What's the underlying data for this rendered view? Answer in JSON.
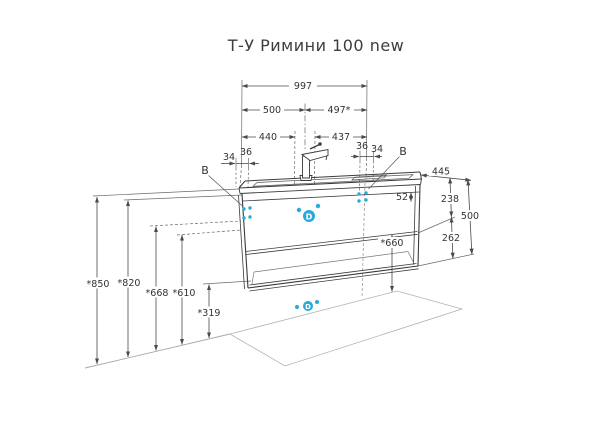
{
  "title": "Т-У Римини 100 new",
  "callouts": {
    "left_b": "В",
    "right_b": "В",
    "drain_top": "D",
    "drain_bottom": "D"
  },
  "dimensions_top": {
    "overall_width": "997",
    "left_to_axis": "500",
    "axis_to_right": "497*",
    "left_to_basin": "440",
    "basin_to_right": "437",
    "left_offset_outer": "34",
    "left_offset_inner": "36",
    "right_offset_inner": "36",
    "right_offset_outer": "34"
  },
  "dimensions_right": {
    "depth": "445",
    "upper_height": "238",
    "lower_height": "262",
    "total_height": "500",
    "top_rail": "52",
    "drawer_height": "*660"
  },
  "dimensions_left": {
    "worktop_height": "*850",
    "cabinet_top_height": "*820",
    "upper_drawer_height": "*668",
    "lower_drawer_height": "*610",
    "cabinet_bottom_height": "*319"
  },
  "colors": {
    "accent": "#29a9de",
    "line": "#3b3b3b",
    "dim": "#4a4a4a",
    "floor": "#a8a8a8"
  }
}
